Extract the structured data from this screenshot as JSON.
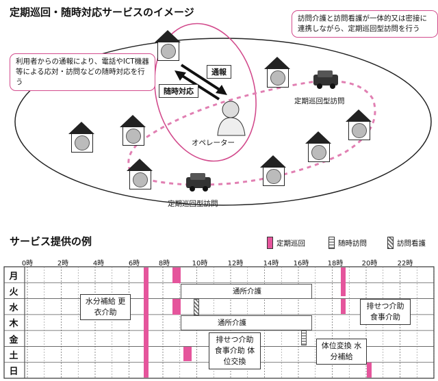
{
  "diagram": {
    "title": "定期巡回・随時対応サービスのイメージ",
    "callout_left": "利用者からの通報により、電話やICT機器等による応対・訪問などの随時対応を行う",
    "callout_right": "訪問介護と訪問看護が一体的又は密接に連携しながら、定期巡回型訪問を行う",
    "label_report": "通報",
    "label_response": "随時対応",
    "label_operator": "オペレーター",
    "label_visit_top": "定期巡回型訪問",
    "label_visit_bottom": "定期巡回型訪問",
    "colors": {
      "pink": "#e5559c",
      "route": "#e17fb2"
    }
  },
  "schedule": {
    "title": "サービス提供の例",
    "legend": [
      {
        "name": "定期巡回",
        "kind": "pink"
      },
      {
        "name": "随時訪問",
        "kind": "gray"
      },
      {
        "name": "訪問看護",
        "kind": "hatch"
      }
    ],
    "time_labels": [
      "0時",
      "2時",
      "4時",
      "6時",
      "8時",
      "10時",
      "12時",
      "14時",
      "16時",
      "18時",
      "20時",
      "22時"
    ],
    "days": [
      "月",
      "火",
      "水",
      "木",
      "金",
      "土",
      "日"
    ],
    "notes": {
      "water_change": "水分補給 更衣介助",
      "day_care_tue": "通所介護",
      "day_care_thu": "通所介護",
      "toilet_meal": "排せつ介助 食事介助",
      "toilet_meal_change": "排せつ介助 食事介助 体位交換",
      "turn_water": "体位変換 水分補給"
    }
  }
}
